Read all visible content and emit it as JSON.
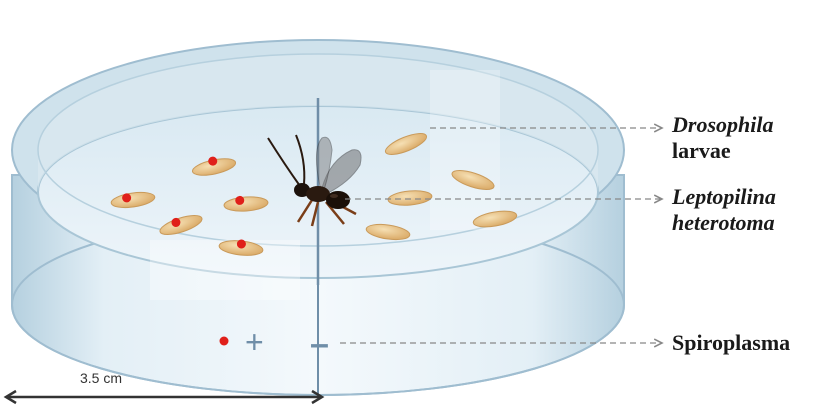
{
  "labels": {
    "drosophila_line1": "Drosophila",
    "drosophila_line2": "larvae",
    "leptopilina_line1": "Leptopilina",
    "leptopilina_line2": "heterotoma",
    "spiroplasma": "Spiroplasma",
    "plus_sign": "+",
    "minus_sign": "–",
    "scale_bar": "3.5 cm"
  },
  "colors": {
    "dish_rim": "#b8d2e0",
    "dish_fill": "#e8f2f7",
    "larva": "#e8c48c",
    "infection_dot": "#e0201a",
    "divider": "#6f8ea8",
    "callout_line": "#888888"
  },
  "icons": {
    "wasp": "parasitoid-wasp-icon",
    "larva": "drosophila-larva-icon"
  }
}
